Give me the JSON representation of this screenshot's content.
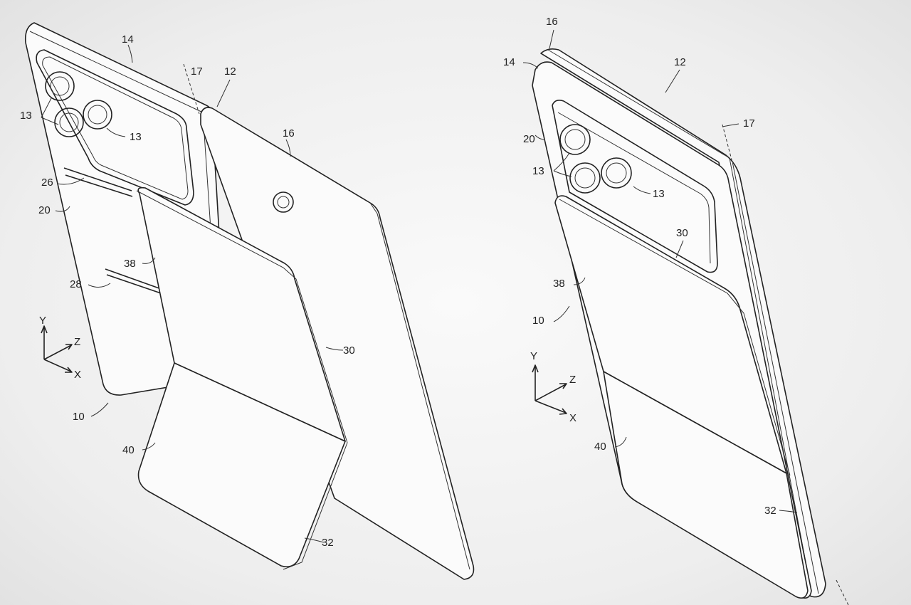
{
  "figure_left": {
    "labels": {
      "l14": "14",
      "l17": "17",
      "l12": "12",
      "l13a": "13",
      "l13b": "13",
      "l16": "16",
      "l26": "26",
      "l20": "20",
      "l38": "38",
      "l28": "28",
      "l30": "30",
      "l10": "10",
      "l40": "40",
      "l32": "32"
    },
    "axes": {
      "y": "Y",
      "z": "Z",
      "x": "X"
    }
  },
  "figure_right": {
    "labels": {
      "l16": "16",
      "l14": "14",
      "l12": "12",
      "l20": "20",
      "l17": "17",
      "l13a": "13",
      "l13b": "13",
      "l30": "30",
      "l38": "38",
      "l10": "10",
      "l40": "40",
      "l32": "32"
    },
    "axes": {
      "y": "Y",
      "z": "Z",
      "x": "X"
    }
  }
}
